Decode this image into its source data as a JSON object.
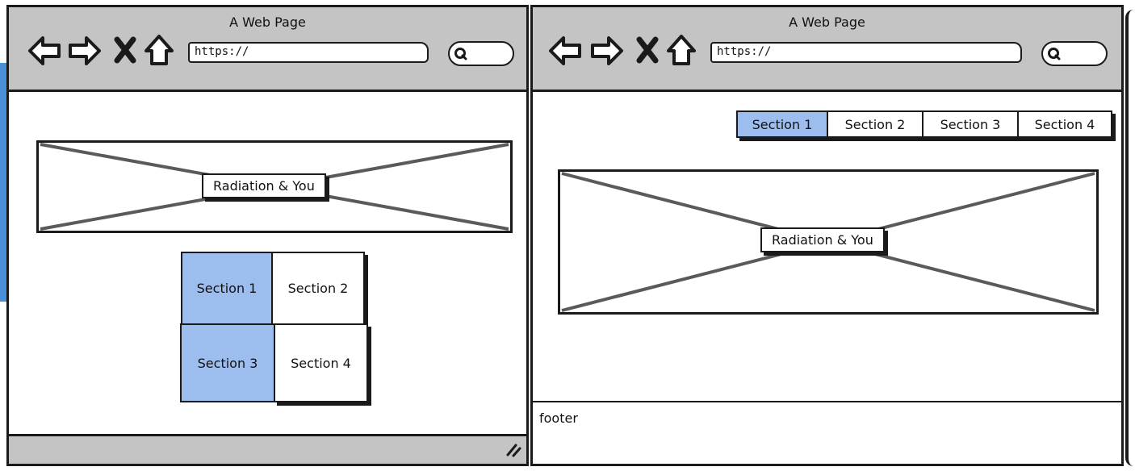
{
  "left_window": {
    "title": "A Web Page",
    "url": "https://",
    "banner_label": "Radiation & You",
    "nav_tiles": [
      {
        "label": "Section 1",
        "active": true
      },
      {
        "label": "Section 2",
        "active": false
      },
      {
        "label": "Section 3",
        "active": true
      },
      {
        "label": "Section 4",
        "active": false
      }
    ]
  },
  "right_window": {
    "title": "A Web Page",
    "url": "https://",
    "tabs": [
      {
        "label": "Section 1",
        "active": true
      },
      {
        "label": "Section 2",
        "active": false
      },
      {
        "label": "Section 3",
        "active": false
      },
      {
        "label": "Section 4",
        "active": false
      }
    ],
    "banner_label": "Radiation & You",
    "footer": "footer"
  },
  "icons": [
    "back-arrow-icon",
    "forward-arrow-icon",
    "close-x-icon",
    "home-icon",
    "search-icon",
    "resize-grip-icon"
  ],
  "colors": {
    "chrome": "#c4c4c4",
    "active": "#9dbdee",
    "outline": "#1a1a1a"
  }
}
